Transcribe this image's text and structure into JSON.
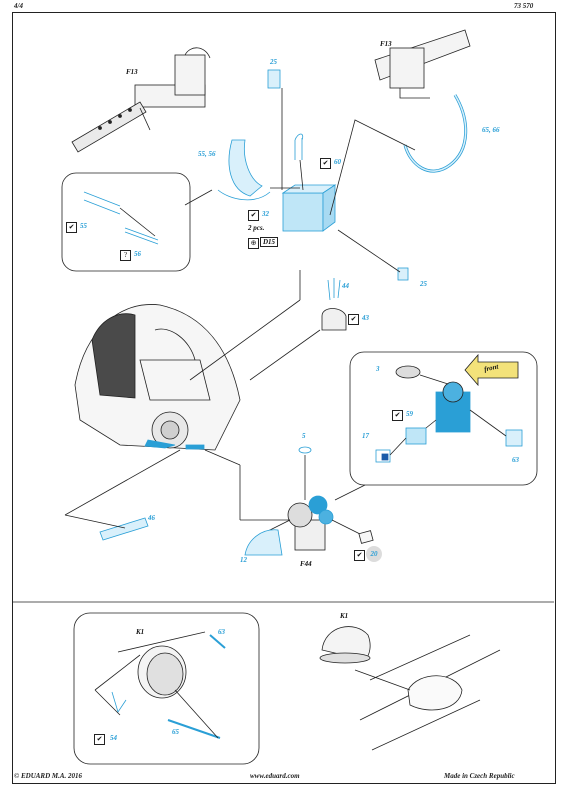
{
  "header": {
    "page": "4/4",
    "code": "73 570"
  },
  "labels": {
    "f13_left": "F13",
    "f13_right": "F13",
    "pcs": "2 pcs.",
    "d15": "D15",
    "f44": "F44",
    "k1_left": "K1",
    "k1_right": "K1",
    "front": "front"
  },
  "parts": {
    "p25a": "25",
    "p55_56": "55, 56",
    "p65_66": "65, 66",
    "p60": "60",
    "p55": "55",
    "p56": "56",
    "p32": "32",
    "p25b": "25",
    "p44": "44",
    "p43": "43",
    "p3": "3",
    "p59": "59",
    "p17": "17",
    "p63a": "63",
    "p5": "5",
    "p46": "46",
    "p12": "12",
    "p20": "20",
    "p63b": "63",
    "p54": "54",
    "p65": "65"
  },
  "footer": {
    "copyright": "© EDUARD  M.A. 2016",
    "url": "www.eduard.com",
    "made": "Made in Czech Republic"
  },
  "colors": {
    "part_blue": "#2a9fd6",
    "badge_grey": "#dcdcdc",
    "line": "#222222",
    "arrow_yellow": "#f3e27a"
  }
}
